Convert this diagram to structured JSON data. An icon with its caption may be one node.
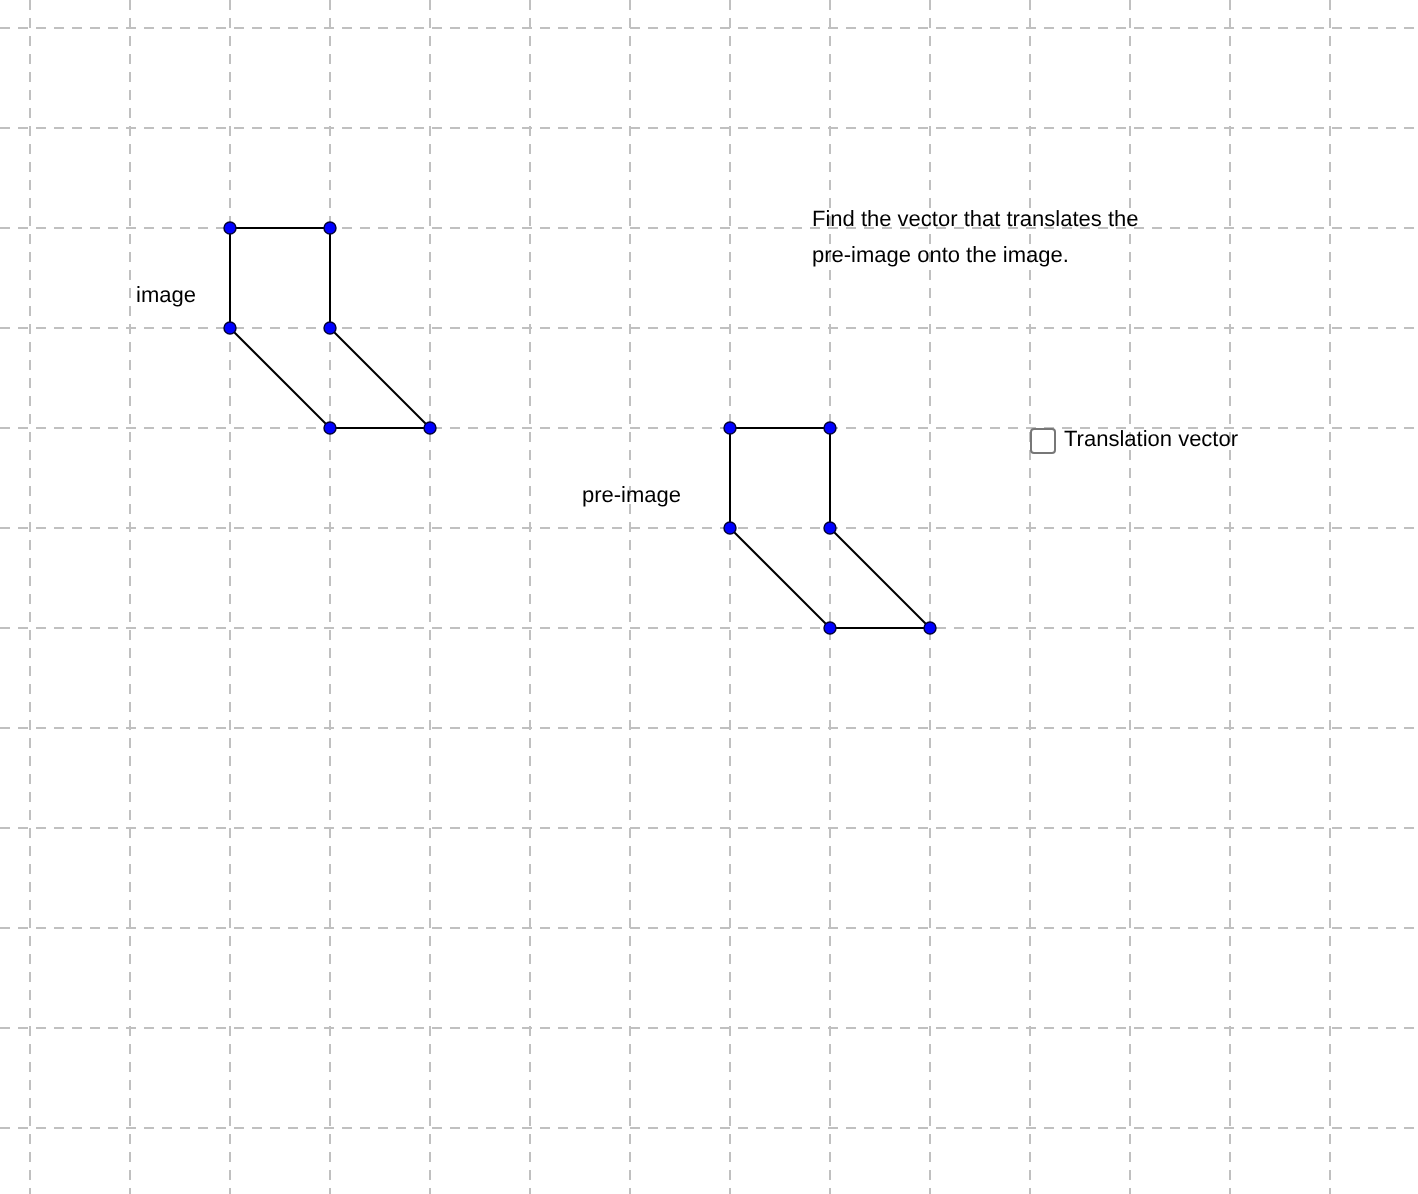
{
  "diagram": {
    "nodes": [
      {
        "text": [],
        "shape": "polygon",
        "beside": [
          "image"
        ]
      },
      {
        "text": [],
        "shape": "polygon",
        "beside": [
          "pre-image"
        ]
      }
    ],
    "labels": [
      "Find the vector that translates the pre-image onto the image.",
      "Translation vector"
    ]
  }
}
